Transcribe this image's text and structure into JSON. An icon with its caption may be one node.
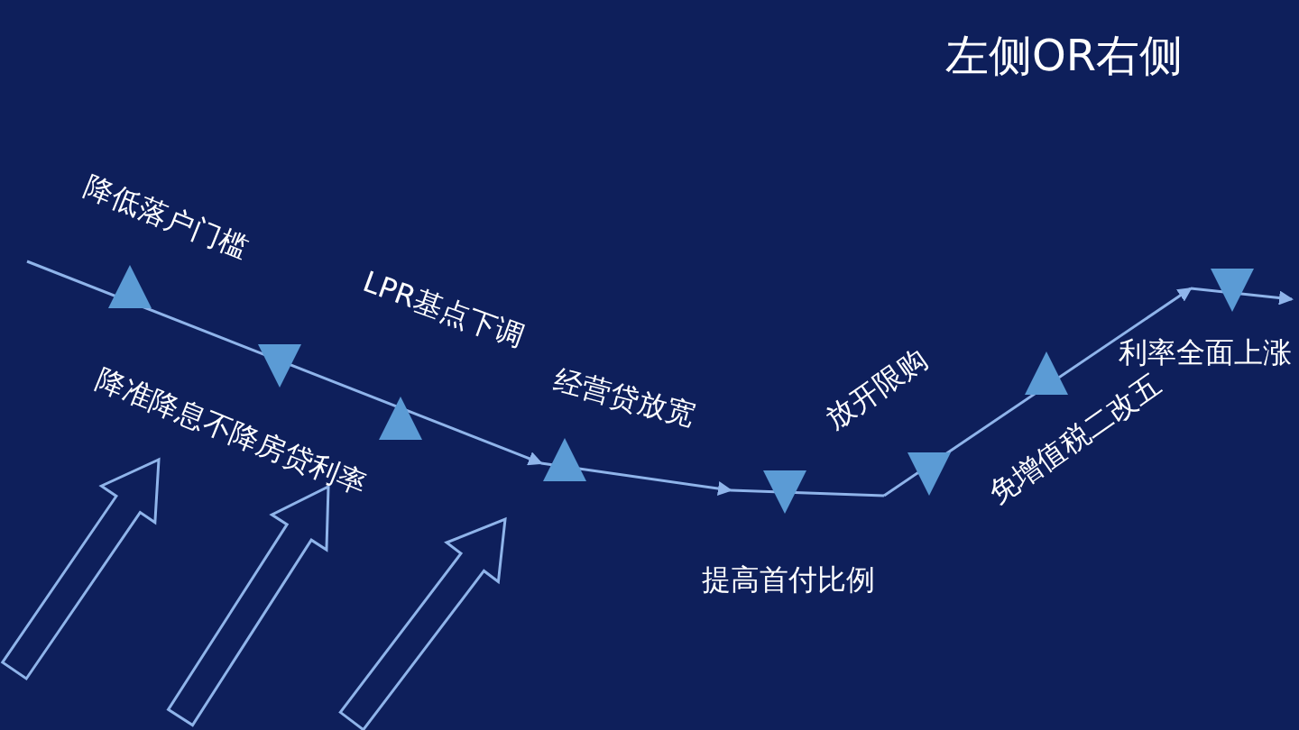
{
  "diagram": {
    "title": "左侧OR右侧",
    "labels": [
      "降低落户门槛",
      "降准降息不降房贷利率",
      "LPR基点下调",
      "经营贷放宽",
      "提高首付比例",
      "放开限购",
      "免增值税二改五",
      "利率全面上涨"
    ]
  }
}
